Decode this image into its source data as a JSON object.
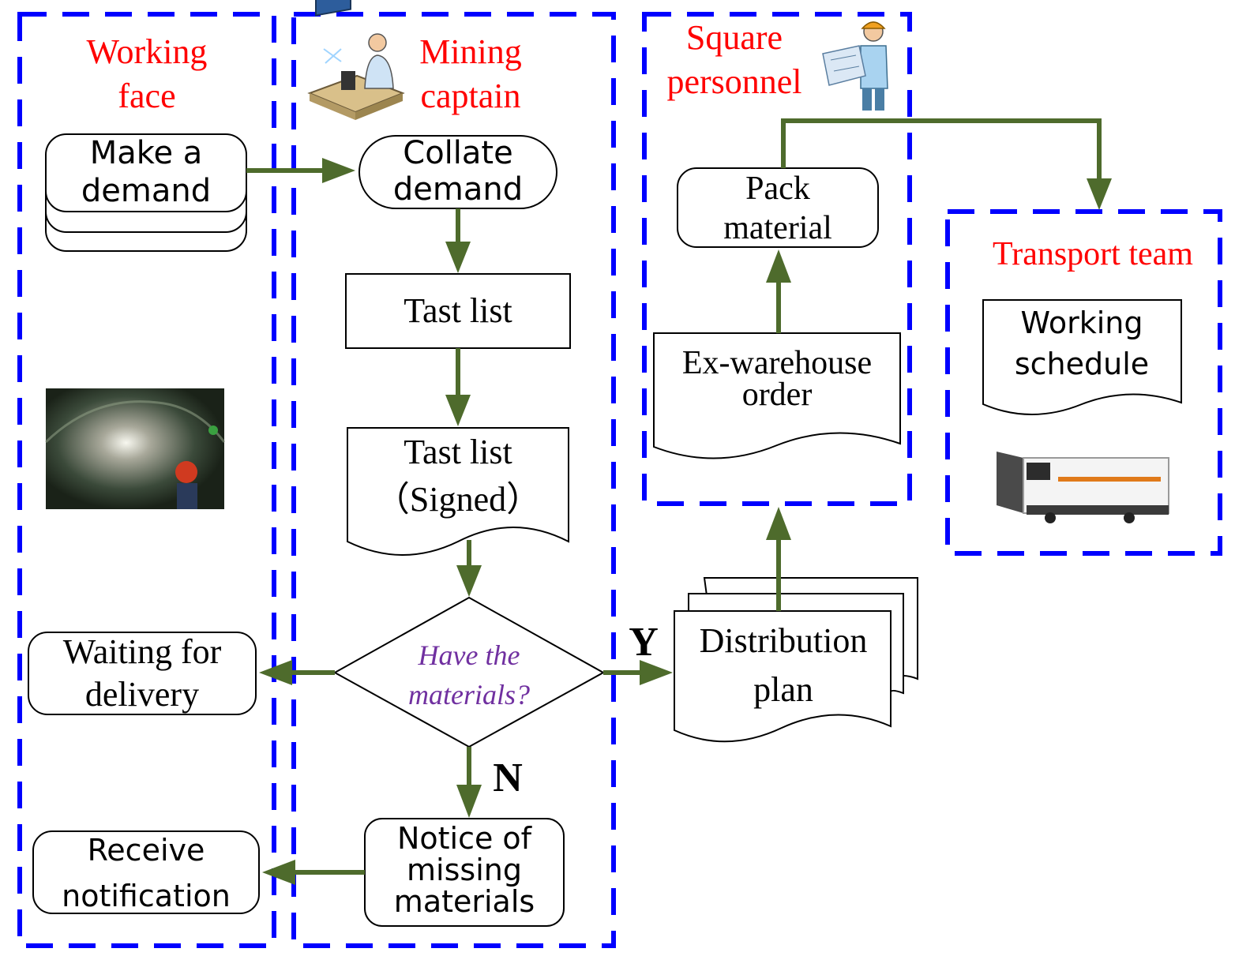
{
  "lanes": {
    "working_face": "Working\nface",
    "mining_captain": "Mining\ncaptain",
    "square_personnel": "Square\npersonnel",
    "transport_team": "Transport team"
  },
  "nodes": {
    "make_demand": "Make a\ndemand",
    "collate_demand": "Collate\ndemand",
    "task_list": "Tast list",
    "task_list_signed": "Tast list\n（Signed）",
    "decision": "Have the\nmaterials?",
    "waiting_delivery": "Waiting for\ndelivery",
    "notice_missing": "Notice of\nmissing\nmaterials",
    "receive_notification": "Receive\nnotification",
    "distribution_plan": "Distribution\nplan",
    "exwarehouse_order": "Ex-warehouse\norder",
    "pack_material": "Pack\nmaterial",
    "working_schedule": "Working\nschedule"
  },
  "branch_labels": {
    "yes": "Y",
    "no": "N"
  },
  "colors": {
    "lane_border": "#0000ff",
    "lane_title": "#ff0000",
    "arrow": "#4e6b2c",
    "decision_text": "#7030a0"
  }
}
